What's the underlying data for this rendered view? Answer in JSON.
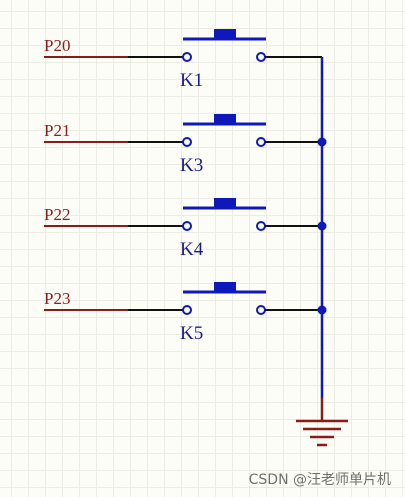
{
  "colors": {
    "net_label": "#8b1a1a",
    "wire_blue": "#0f18b8",
    "wire_black": "#111111",
    "ground": "#8b1a1a",
    "junction": "#0f18b8"
  },
  "rows": [
    {
      "net": "P20",
      "key": "K1",
      "junction": false
    },
    {
      "net": "P21",
      "key": "K3",
      "junction": true
    },
    {
      "net": "P22",
      "key": "K4",
      "junction": true
    },
    {
      "net": "P23",
      "key": "K5",
      "junction": true
    }
  ],
  "watermark": "CSDN @汪老师单片机"
}
